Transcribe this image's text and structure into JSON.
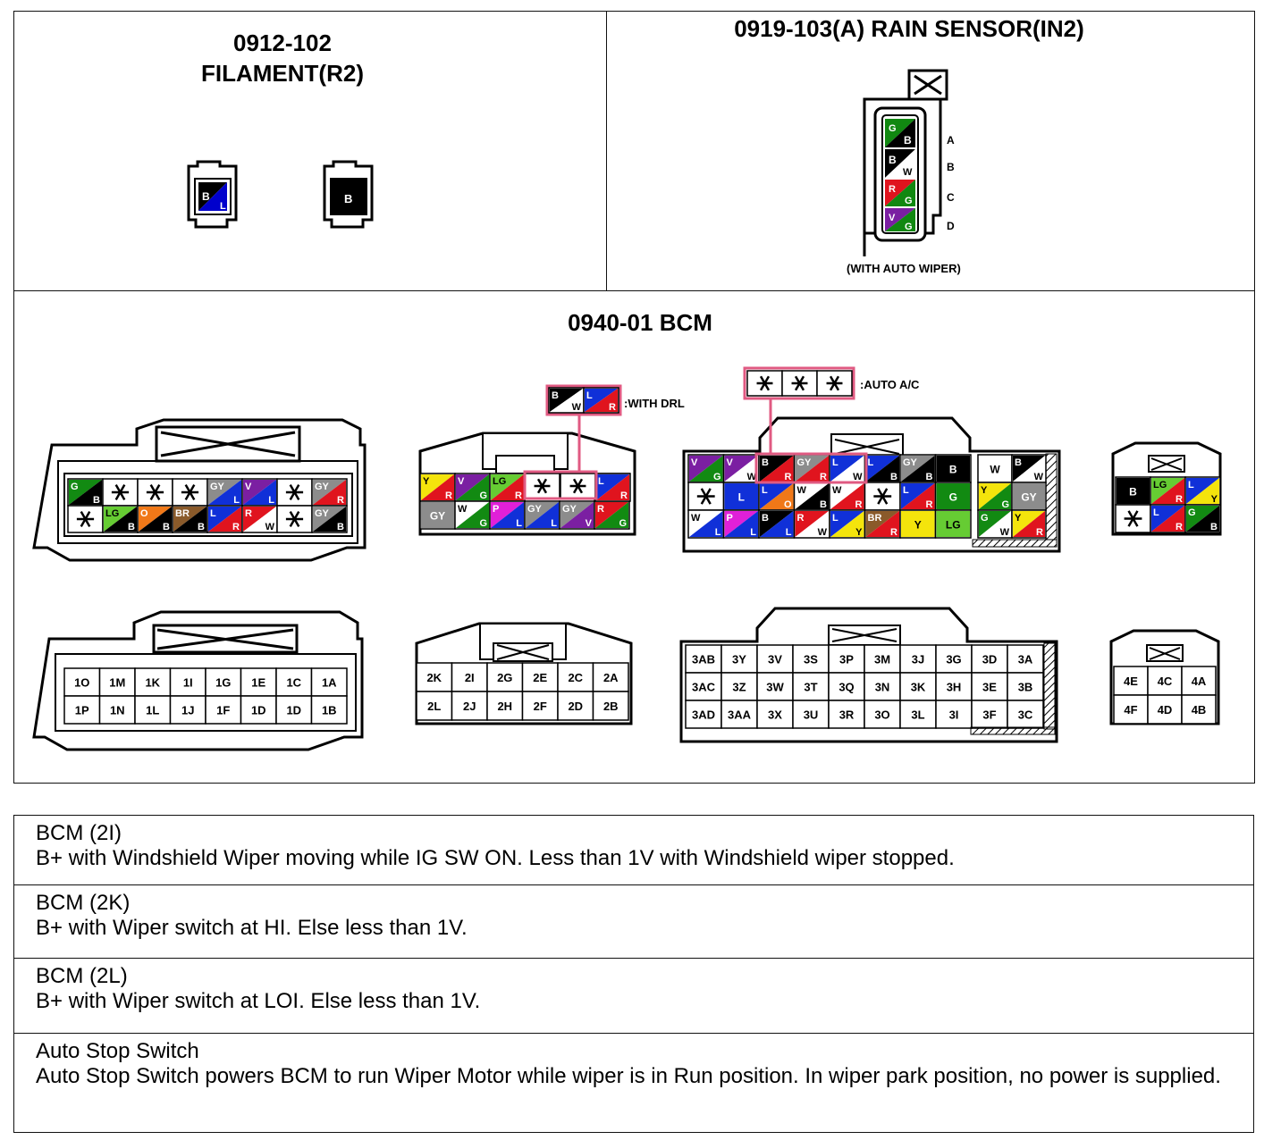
{
  "panels": {
    "filament": {
      "code": "0912-102",
      "name": "FILAMENT(R2)",
      "pins": [
        {
          "colors": [
            "#000000",
            "#0000cc"
          ],
          "labels": [
            "B",
            "L"
          ]
        },
        {
          "colors": [
            "#000000"
          ],
          "labels": [
            "B"
          ]
        }
      ]
    },
    "rain_sensor": {
      "title": "0919-103(A) RAIN SENSOR(IN2)",
      "pins": [
        "A",
        "B",
        "C",
        "D"
      ],
      "note": "(WITH AUTO WIPER)"
    },
    "bcm": {
      "title": "0940-01 BCM",
      "drl_note": ":WITH DRL",
      "autoac_note": ":AUTO A/C"
    }
  },
  "bcm_pin_labels": {
    "conn1": {
      "top": [
        "1O",
        "1M",
        "1K",
        "1I",
        "1G",
        "1E",
        "1C",
        "1A"
      ],
      "bottom": [
        "1P",
        "1N",
        "1L",
        "1J",
        "1F",
        "1D",
        "1D",
        "1B"
      ]
    },
    "conn2": {
      "top": [
        "2K",
        "2I",
        "2G",
        "2E",
        "2C",
        "2A"
      ],
      "bottom": [
        "2L",
        "2J",
        "2H",
        "2F",
        "2D",
        "2B"
      ]
    },
    "conn3": {
      "row1": [
        "3AB",
        "3Y",
        "3V",
        "3S",
        "3P",
        "3M",
        "3J",
        "3G",
        "3D",
        "3A"
      ],
      "row2": [
        "3AC",
        "3Z",
        "3W",
        "3T",
        "3Q",
        "3N",
        "3K",
        "3H",
        "3E",
        "3B"
      ],
      "row3": [
        "3AD",
        "3AA",
        "3X",
        "3U",
        "3R",
        "3O",
        "3L",
        "3I",
        "3F",
        "3C"
      ]
    },
    "conn4": {
      "top": [
        "4E",
        "4C",
        "4A"
      ],
      "bottom": [
        "4F",
        "4D",
        "4B"
      ]
    }
  },
  "descriptions": [
    {
      "head": "BCM (2I)",
      "body": "B+ with Windshield Wiper moving while IG SW ON.  Less than 1V with Windshield wiper stopped."
    },
    {
      "head": "BCM (2K)",
      "body": "B+ with Wiper switch at HI.  Else less than 1V."
    },
    {
      "head": "BCM (2L)",
      "body": "B+ with Wiper switch at LOI.  Else less than 1V."
    },
    {
      "head": "Auto Stop Switch",
      "body": "Auto Stop Switch powers BCM to run Wiper Motor while wiper is in Run position.  In wiper park position, no power is supplied."
    }
  ]
}
